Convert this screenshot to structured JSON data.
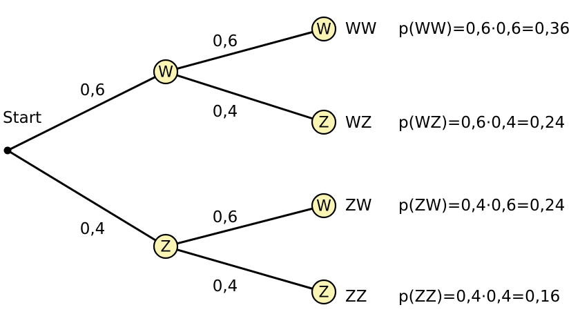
{
  "start_label": "Start",
  "node_fill": "#fbf5b5",
  "stage1": {
    "w": {
      "letter": "W",
      "prob": "0,6"
    },
    "z": {
      "letter": "Z",
      "prob": "0,4"
    }
  },
  "outcomes": [
    {
      "letter": "W",
      "branch_prob": "0,6",
      "name": "WW",
      "formula": "p(WW)=0,6·0,6=0,36"
    },
    {
      "letter": "Z",
      "branch_prob": "0,4",
      "name": "WZ",
      "formula": "p(WZ)=0,6·0,4=0,24"
    },
    {
      "letter": "W",
      "branch_prob": "0,6",
      "name": "ZW",
      "formula": "p(ZW)=0,4·0,6=0,24"
    },
    {
      "letter": "Z",
      "branch_prob": "0,4",
      "name": "ZZ",
      "formula": "p(ZZ)=0,4·0,4=0,16"
    }
  ]
}
